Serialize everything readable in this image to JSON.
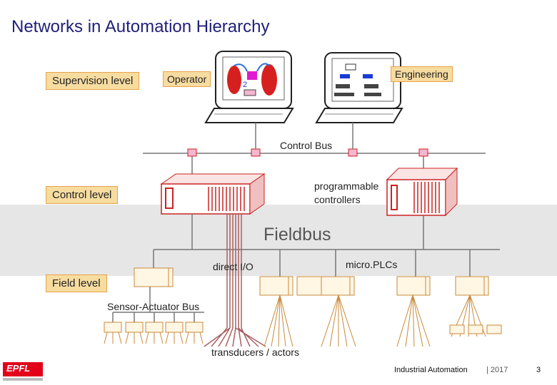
{
  "slide": {
    "title": "Networks in Automation Hierarchy",
    "levels": {
      "supervision": "Supervision level",
      "control": "Control level",
      "field": "Field level"
    },
    "labels": {
      "operator": "Operator",
      "engineering": "Engineering",
      "control_bus": "Control Bus",
      "programmable_controllers_line1": "programmable",
      "programmable_controllers_line2": "controllers",
      "fieldbus": "Fieldbus",
      "direct_io": "direct I/O",
      "micro_plcs": "micro.PLCs",
      "sensor_actuator_bus": "Sensor-Actuator Bus",
      "transducers_actors": "transducers / actors",
      "operator_display_number": "2"
    },
    "footer": {
      "course": "Industrial Automation",
      "year": "| 2017",
      "page": "3",
      "logo_text": "EPFL"
    },
    "colors": {
      "accent_red": "#cc2222",
      "box_fill": "#f7dca0",
      "box_border": "#e8a24a",
      "band_gray": "#e6e6e6",
      "title_blue": "#1f1f7a"
    }
  }
}
